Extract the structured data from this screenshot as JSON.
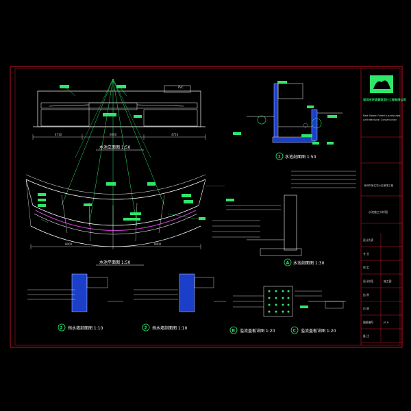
{
  "colors": {
    "background": "#000000",
    "frame": "#d4142a",
    "linework": "#ffffff",
    "leader": "#2ee86a",
    "water": "#c63ad0",
    "hatch": "#2a5cff",
    "accent_yellow": "#e8e04a",
    "title_green": "#3ee06a"
  },
  "titles": {
    "elevation": "水池立面图 1:50",
    "plan": "水池平面图 1:50",
    "section1": "水池剖面图 1:50",
    "sectionA": "水池剖面图 1:30",
    "detail2a": "挡水墙剖面图 1:10",
    "detail2b": "挡水墙剖面图 1:10",
    "detailB": "溢流盖板详图 1:20",
    "detailC": "溢流盖板详图 1:20"
  },
  "markers": {
    "section1": "1",
    "sectionA": "A",
    "detail2a": "2",
    "detail2b": "2",
    "detailB": "B",
    "detailC": "C"
  },
  "title_block": {
    "company_cn": "深圳市环境景观设计工程有限公司",
    "company_en_1": "Red Maker Forest Landscape",
    "company_en_2": "Architectural Construction",
    "project_name": "深圳市某住宅小区景观工程",
    "drawing_name": "水池施工大样图",
    "rows": [
      {
        "label": "设计负责",
        "value": ""
      },
      {
        "label": "专 业",
        "value": ""
      },
      {
        "label": "审 定",
        "value": ""
      },
      {
        "label": "设计阶段",
        "value": "施工图"
      },
      {
        "label": "比 例",
        "value": ""
      },
      {
        "label": "日 期",
        "value": ""
      },
      {
        "label": "图纸编号",
        "value": "JS-6"
      },
      {
        "label": "备 注",
        "value": ""
      }
    ]
  }
}
